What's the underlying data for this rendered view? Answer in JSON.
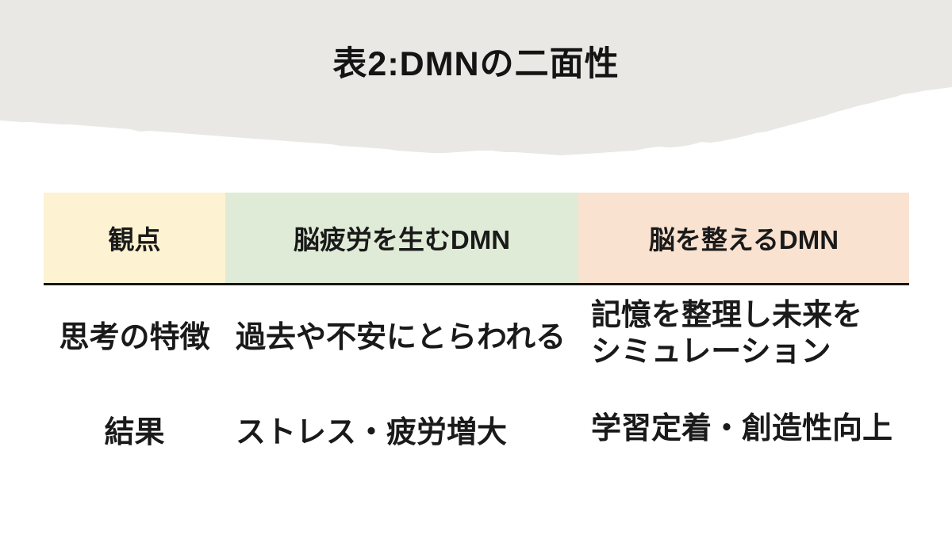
{
  "title": "表2:DMNの二面性",
  "colors": {
    "torn_paper_gray": "#e9e8e5",
    "header_viewpoint_bg": "#fdf3d2",
    "header_fatigue_bg": "#dfebd6",
    "header_healthy_bg": "#fae2d0",
    "header_divider": "#161616",
    "text": "#1a1a1a",
    "page_bg": "#ffffff"
  },
  "chart_data": {
    "type": "table",
    "title": "表2:DMNの二面性",
    "columns": [
      "観点",
      "脳疲労を生むDMN",
      "脳を整えるDMN"
    ],
    "rows": [
      [
        "思考の特徴",
        "過去や不安にとらわれる",
        "記憶を整理し未来を\nシミュレーション"
      ],
      [
        "結果",
        "ストレス・疲労増大",
        "学習定着・創造性向上"
      ]
    ],
    "layout": {
      "legend": "none",
      "grid": "header-underline-only",
      "header_row_colored": true
    }
  }
}
